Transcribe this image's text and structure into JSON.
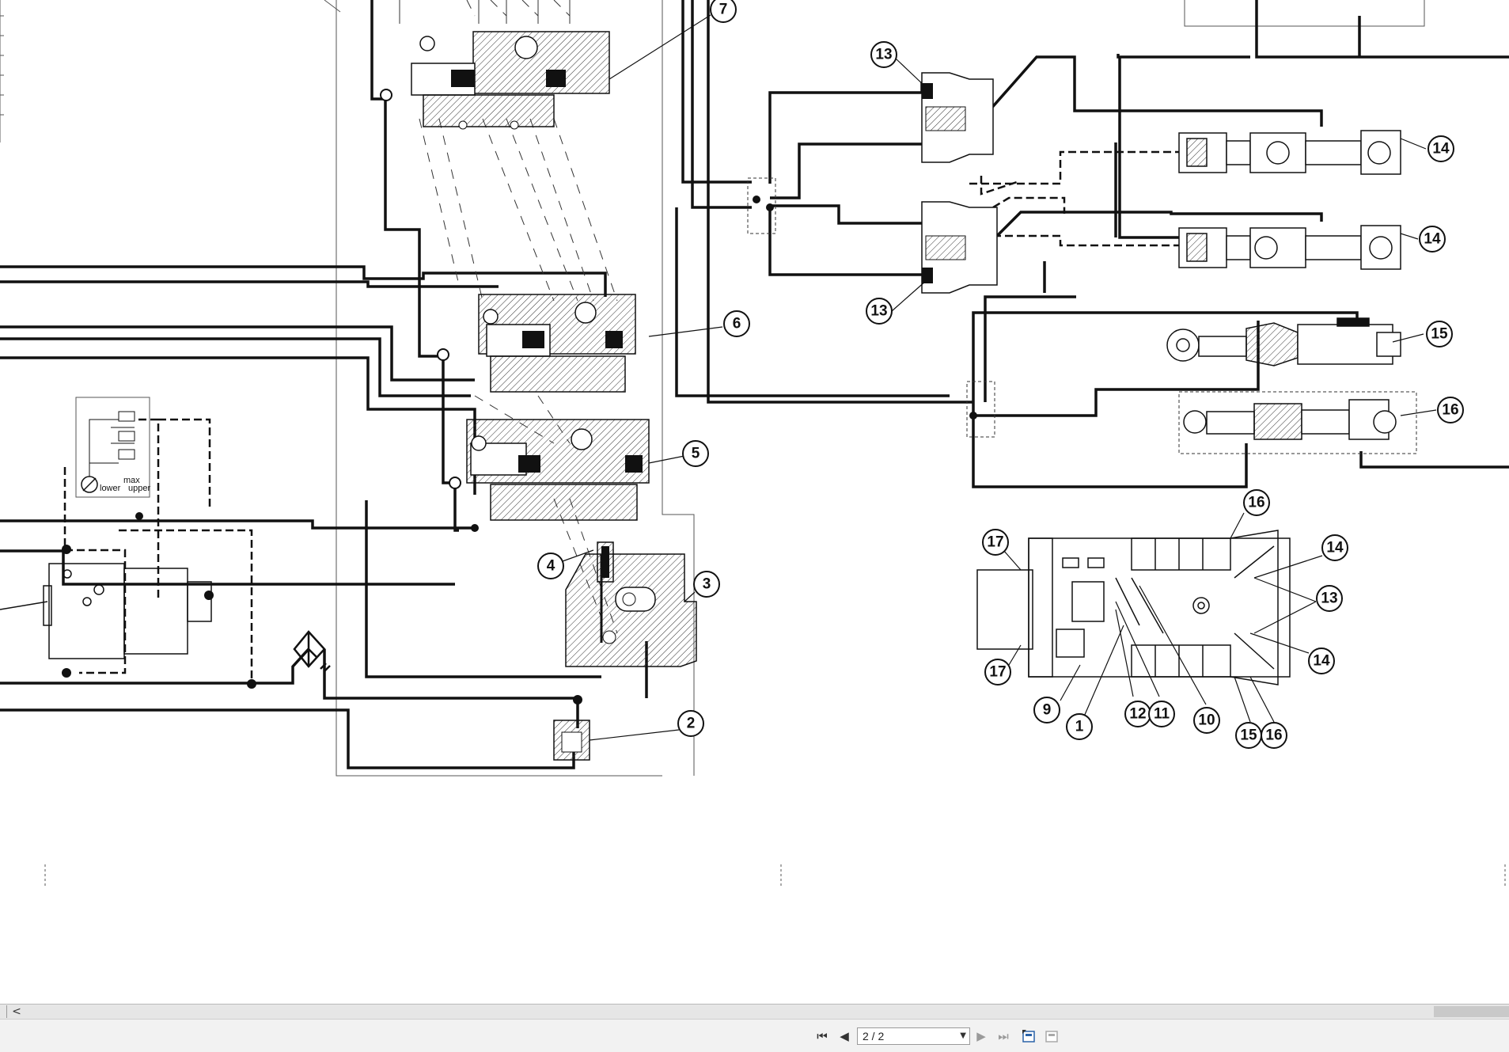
{
  "document": {
    "labels": [
      {
        "id": "7",
        "text": "7"
      },
      {
        "id": "13a",
        "text": "13"
      },
      {
        "id": "14a",
        "text": "14"
      },
      {
        "id": "14b",
        "text": "14"
      },
      {
        "id": "13b",
        "text": "13"
      },
      {
        "id": "6",
        "text": "6"
      },
      {
        "id": "15a",
        "text": "15"
      },
      {
        "id": "16a",
        "text": "16"
      },
      {
        "id": "5",
        "text": "5"
      },
      {
        "id": "4",
        "text": "4"
      },
      {
        "id": "3",
        "text": "3"
      },
      {
        "id": "2",
        "text": "2"
      },
      {
        "id": "16b",
        "text": "16"
      },
      {
        "id": "17a",
        "text": "17"
      },
      {
        "id": "14c",
        "text": "14"
      },
      {
        "id": "13c",
        "text": "13"
      },
      {
        "id": "14d",
        "text": "14"
      },
      {
        "id": "17b",
        "text": "17"
      },
      {
        "id": "9",
        "text": "9"
      },
      {
        "id": "1",
        "text": "1"
      },
      {
        "id": "12",
        "text": "12"
      },
      {
        "id": "11",
        "text": "11"
      },
      {
        "id": "10",
        "text": "10"
      },
      {
        "id": "15b",
        "text": "15"
      },
      {
        "id": "16c",
        "text": "16"
      }
    ],
    "gauge_text": {
      "lower": "lower",
      "upper": "upper",
      "max": "max"
    }
  },
  "toolbar": {
    "first_page": "first-page-icon",
    "prev_page": "prev-page-icon",
    "page_indicator": "2 / 2",
    "next_page": "next-page-icon",
    "last_page": "last-page-icon"
  },
  "scrollbar": {
    "left_arrow": "<"
  }
}
